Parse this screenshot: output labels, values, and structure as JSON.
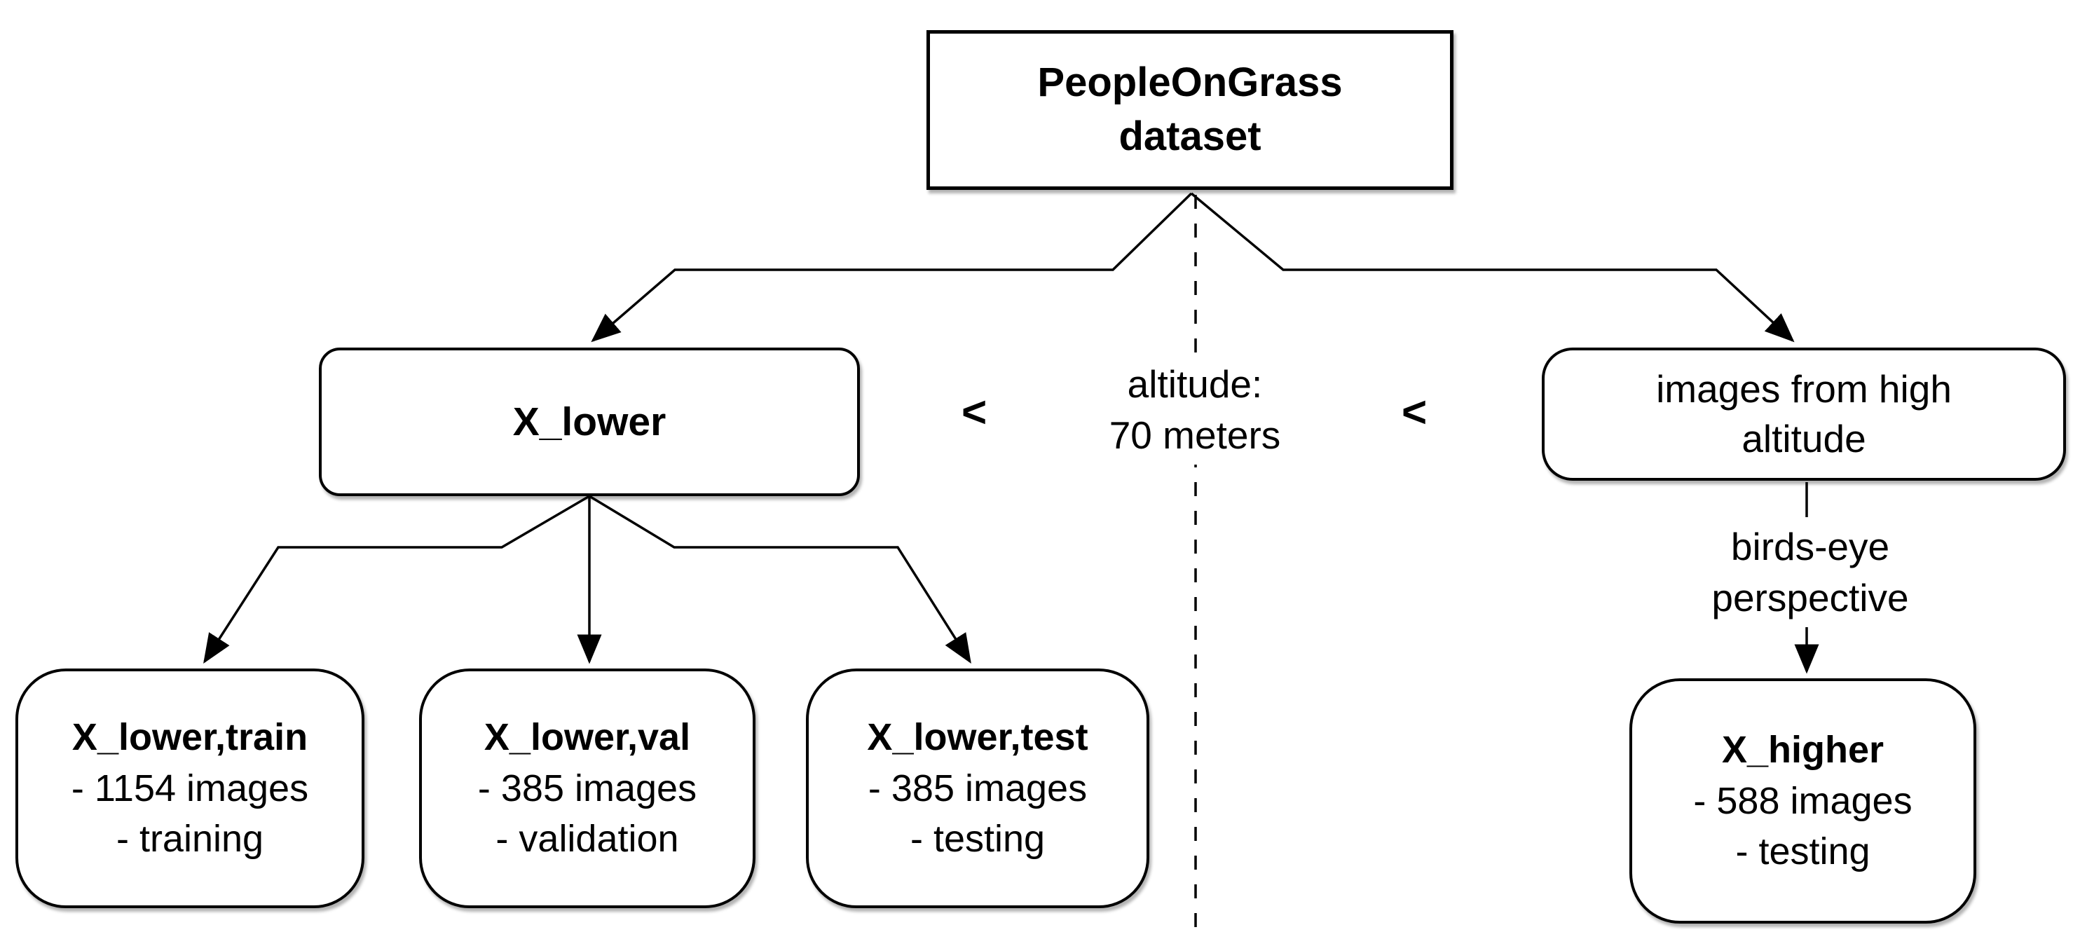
{
  "nodes": {
    "root": {
      "lines": [
        "PeopleOnGrass",
        "dataset"
      ]
    },
    "x_lower": {
      "label": "X_lower"
    },
    "high_altitude": {
      "lines": [
        "images from high",
        "altitude"
      ]
    },
    "x_lower_train": {
      "title": "X_lower,train",
      "items": [
        "- 1154 images",
        "- training"
      ]
    },
    "x_lower_val": {
      "title": "X_lower,val",
      "items": [
        "- 385 images",
        "- validation"
      ]
    },
    "x_lower_test": {
      "title": "X_lower,test",
      "items": [
        "- 385 images",
        "- testing"
      ]
    },
    "x_higher": {
      "title": "X_higher",
      "items": [
        "- 588 images",
        "- testing"
      ]
    }
  },
  "labels": {
    "altitude": {
      "lines": [
        "altitude:",
        "70 meters"
      ]
    },
    "birds_eye": {
      "lines": [
        "birds-eye",
        "perspective"
      ]
    },
    "less_than_left": "<",
    "less_than_right": "<"
  },
  "colors": {
    "stroke": "#000000",
    "background": "#ffffff"
  }
}
